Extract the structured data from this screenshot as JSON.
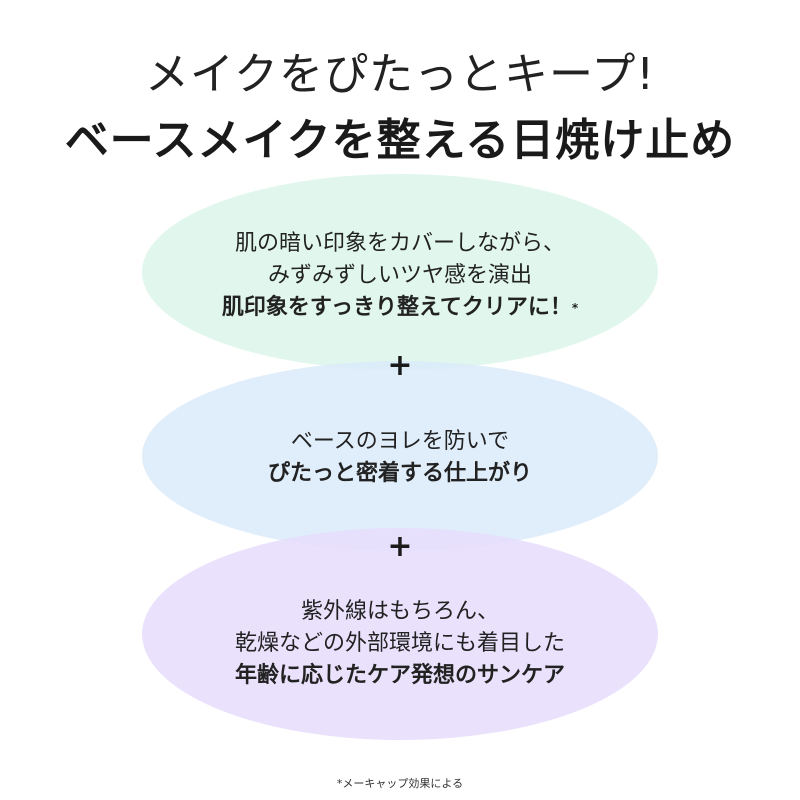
{
  "headline": {
    "line1": "メイクをぴたっとキープ!",
    "line2": "ベースメイクを整える日焼け止め"
  },
  "colors": {
    "ellipse_1": "#dff7ec",
    "ellipse_2": "#dbeafa",
    "ellipse_3": "#e8e2fb",
    "overlap": "#c9f0ec",
    "text": "#222222"
  },
  "benefits": [
    {
      "line1": "肌の暗い印象をカバーしながら、",
      "line2": "みずみずしいツヤ感を演出",
      "bold": "肌印象をすっきり整えてクリアに！",
      "mark": "*"
    },
    {
      "line1": "ベースのヨレを防いで",
      "bold": "ぴたっと密着する仕上がり"
    },
    {
      "line1": "紫外線はもちろん、",
      "line2": "乾燥などの外部環境にも着目した",
      "bold": "年齢に応じたケア発想のサンケア"
    }
  ],
  "connector": "+",
  "footnote": "*メーキャップ効果による"
}
